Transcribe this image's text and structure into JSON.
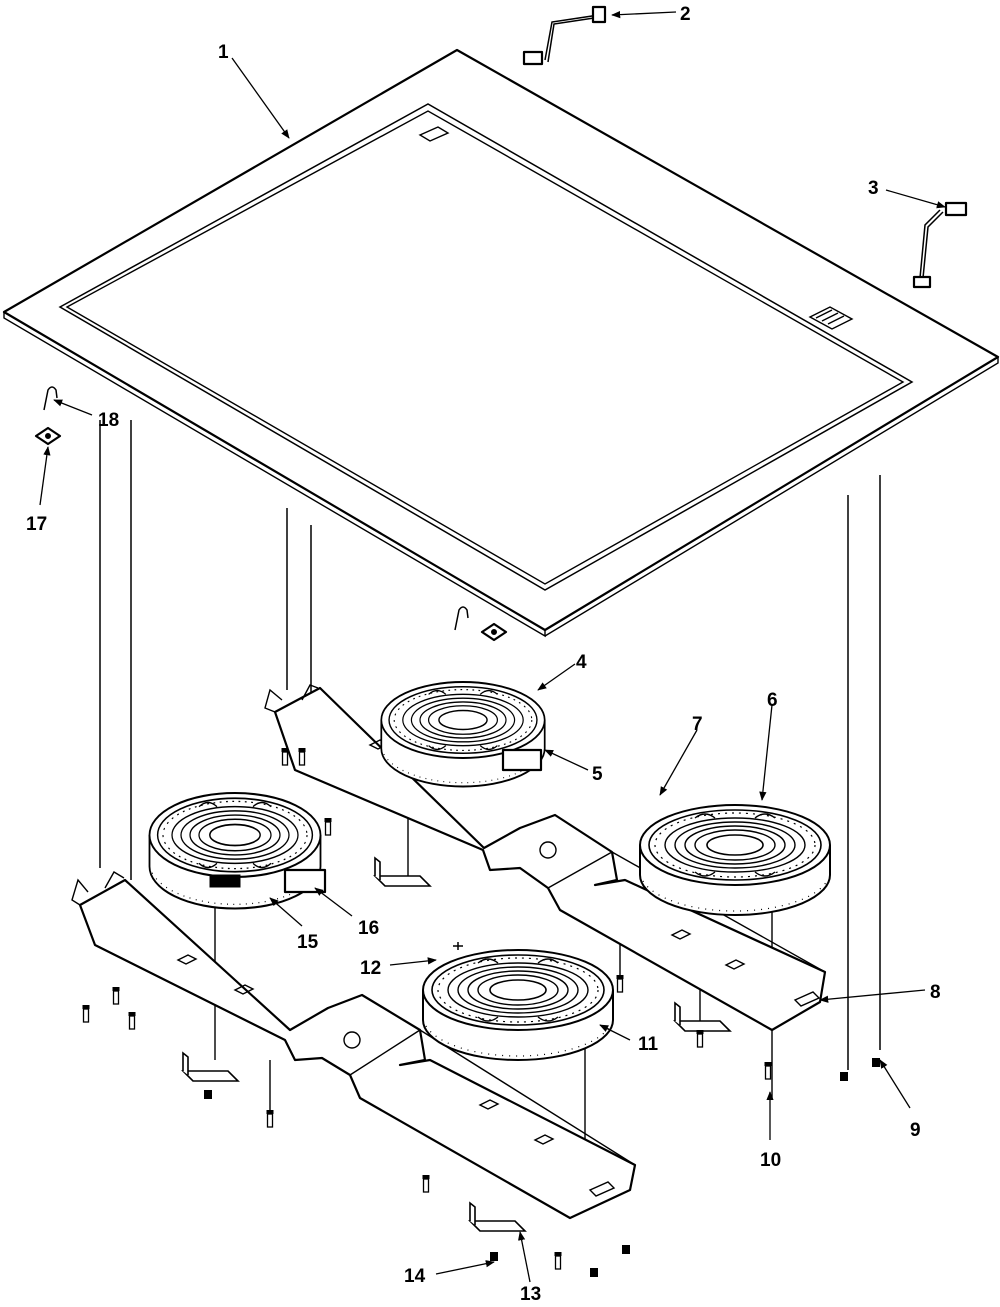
{
  "parts": [
    {
      "id": "part-1",
      "label": "1"
    },
    {
      "id": "part-2",
      "label": "2"
    },
    {
      "id": "part-3",
      "label": "3"
    },
    {
      "id": "part-4",
      "label": "4"
    },
    {
      "id": "part-5",
      "label": "5"
    },
    {
      "id": "part-6",
      "label": "6"
    },
    {
      "id": "part-7",
      "label": "7"
    },
    {
      "id": "part-8",
      "label": "8"
    },
    {
      "id": "part-9",
      "label": "9"
    },
    {
      "id": "part-10",
      "label": "10"
    },
    {
      "id": "part-11",
      "label": "11"
    },
    {
      "id": "part-12",
      "label": "12"
    },
    {
      "id": "part-13",
      "label": "13"
    },
    {
      "id": "part-14",
      "label": "14"
    },
    {
      "id": "part-15",
      "label": "15"
    },
    {
      "id": "part-16",
      "label": "16"
    },
    {
      "id": "part-17",
      "label": "17"
    },
    {
      "id": "part-18",
      "label": "18"
    }
  ]
}
